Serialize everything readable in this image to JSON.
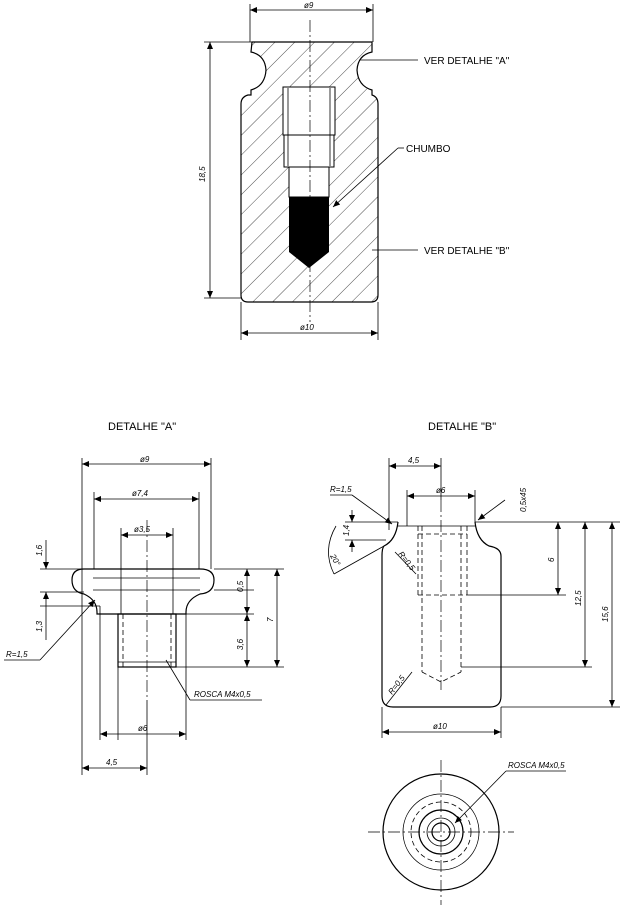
{
  "main_view": {
    "dim_top": "ø9",
    "dim_height": "18,5",
    "dim_bottom": "ø10",
    "callout_a": "VER DETALHE \"A\"",
    "callout_lead": "CHUMBO",
    "callout_b": "VER DETALHE \"B\""
  },
  "detail_a": {
    "title": "DETALHE \"A\"",
    "dim_od": "ø9",
    "dim_mid": "ø7,4",
    "dim_in": "ø3,5",
    "dim_h1": "1,6",
    "dim_h2": "1,3",
    "dim_rad": "R=1,5",
    "dim_v1": "0,5",
    "dim_v2": "3,6",
    "dim_v3": "7",
    "thread": "ROSCA M4x0,5",
    "dim_stem": "ø6",
    "dim_off": "4,5"
  },
  "detail_b": {
    "title": "DETALHE \"B\"",
    "dim_off": "4,5",
    "dim_rad": "R=1,5",
    "dim_bore": "ø6",
    "dim_chamfer": "0,5x45",
    "dim_h1": "1,4",
    "dim_angle": "20°",
    "dim_rad2": "R=0,5",
    "dim_v1": "6",
    "dim_v2": "12,5",
    "dim_v3": "15,6",
    "dim_rad3": "R=0,5",
    "dim_od": "ø10"
  },
  "bottom_view": {
    "thread": "ROSCA M4x0,5"
  }
}
